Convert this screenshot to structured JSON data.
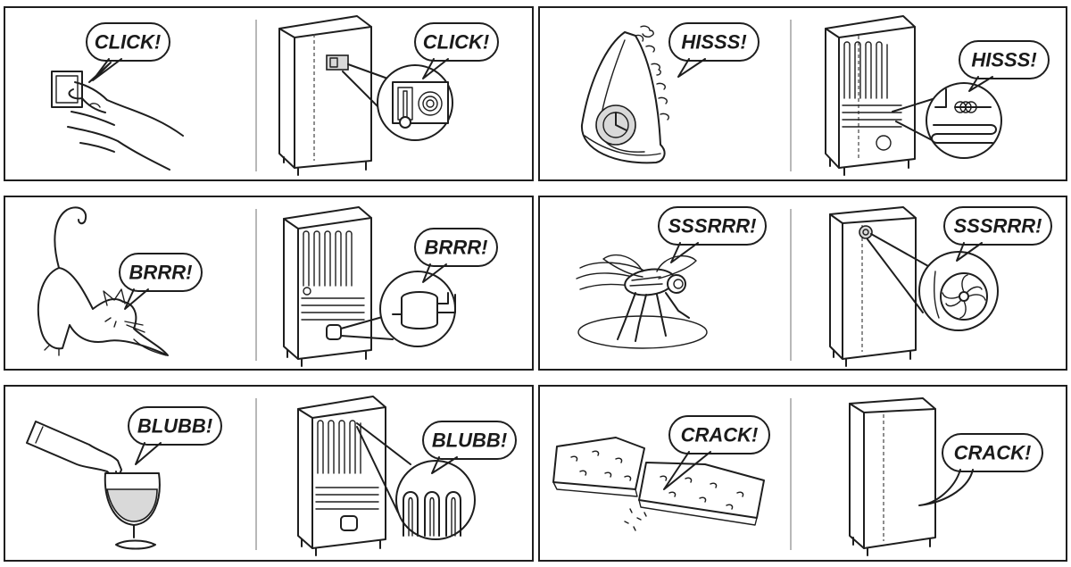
{
  "panels": [
    {
      "id": "click",
      "everyday_sound": "CLICK!",
      "fridge_sound": "CLICK!"
    },
    {
      "id": "hisss",
      "everyday_sound": "HISSS!",
      "fridge_sound": "HISSS!"
    },
    {
      "id": "brrr",
      "everyday_sound": "BRRR!",
      "fridge_sound": "BRRR!"
    },
    {
      "id": "sssrrr",
      "everyday_sound": "SSSRRR!",
      "fridge_sound": "SSSRRR!"
    },
    {
      "id": "blubb",
      "everyday_sound": "BLUBB!",
      "fridge_sound": "BLUBB!"
    },
    {
      "id": "crack",
      "everyday_sound": "CRACK!",
      "fridge_sound": "CRACK!"
    }
  ]
}
